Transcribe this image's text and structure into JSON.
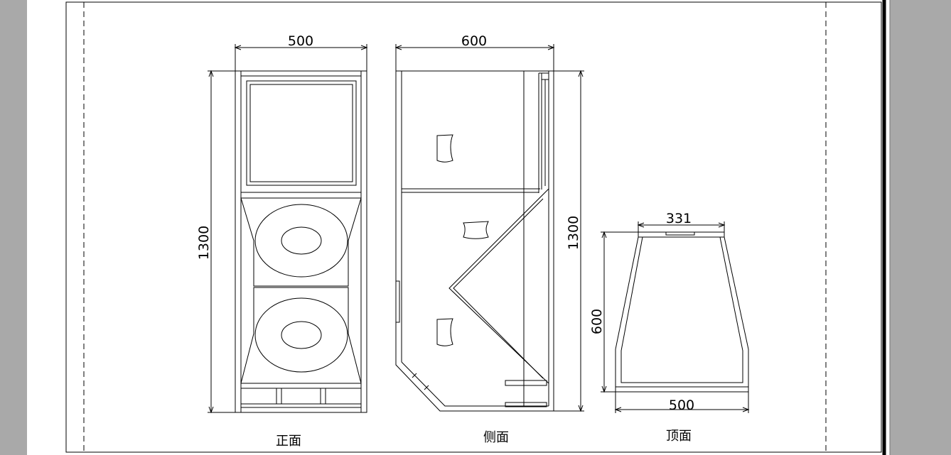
{
  "drawing": {
    "front_view": {
      "caption": "正面",
      "width_dim": "500",
      "height_dim": "1300"
    },
    "side_view": {
      "caption": "侧面",
      "width_dim": "600",
      "height_dim": "1300"
    },
    "top_view": {
      "caption": "顶面",
      "top_width_dim": "331",
      "bottom_width_dim": "500",
      "depth_dim": "600"
    }
  }
}
